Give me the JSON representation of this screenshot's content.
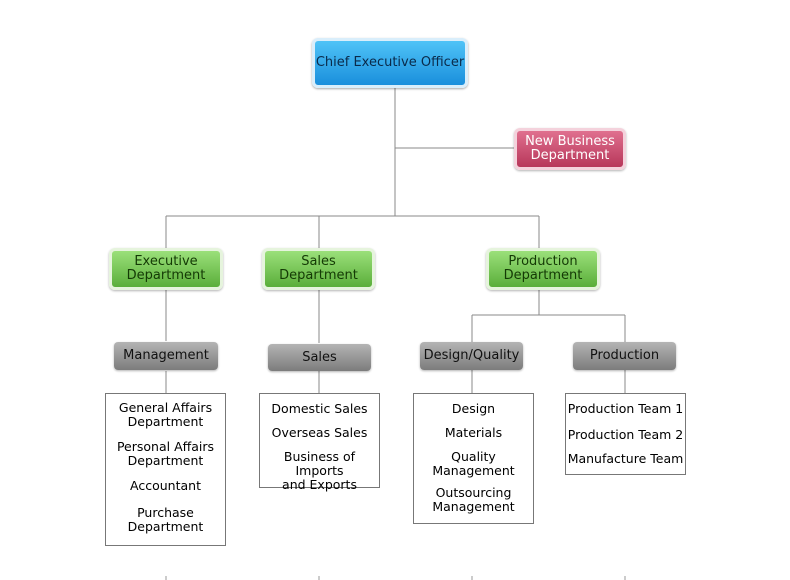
{
  "ceo": "Chief Executive Officer",
  "new_business": [
    "New Business",
    "Department"
  ],
  "departments": [
    {
      "line1": "Executive",
      "line2": "Department"
    },
    {
      "line1": "Sales",
      "line2": "Department"
    },
    {
      "line1": "Production",
      "line2": "Department"
    }
  ],
  "divisions": [
    "Management",
    "Sales",
    "Design/Quality",
    "Production"
  ],
  "teams": {
    "management": [
      "General Affairs\nDepartment",
      "Personal Affairs\nDepartment",
      "Accountant",
      "Purchase\nDepartment"
    ],
    "sales": [
      "Domestic Sales",
      "Overseas Sales",
      "Business of Imports\nand Exports"
    ],
    "design": [
      "Design",
      "Materials",
      "Quality\nManagement",
      "Outsourcing\nManagement"
    ],
    "production": [
      "Production Team 1",
      "Production Team 2",
      "Manufacture Team"
    ]
  },
  "colors": {
    "ceo": "#1a8fdc",
    "new_business": "#b7375a",
    "department": "#5aae3a",
    "division": "#8c8c8c",
    "connector": "#8a8a8a"
  }
}
